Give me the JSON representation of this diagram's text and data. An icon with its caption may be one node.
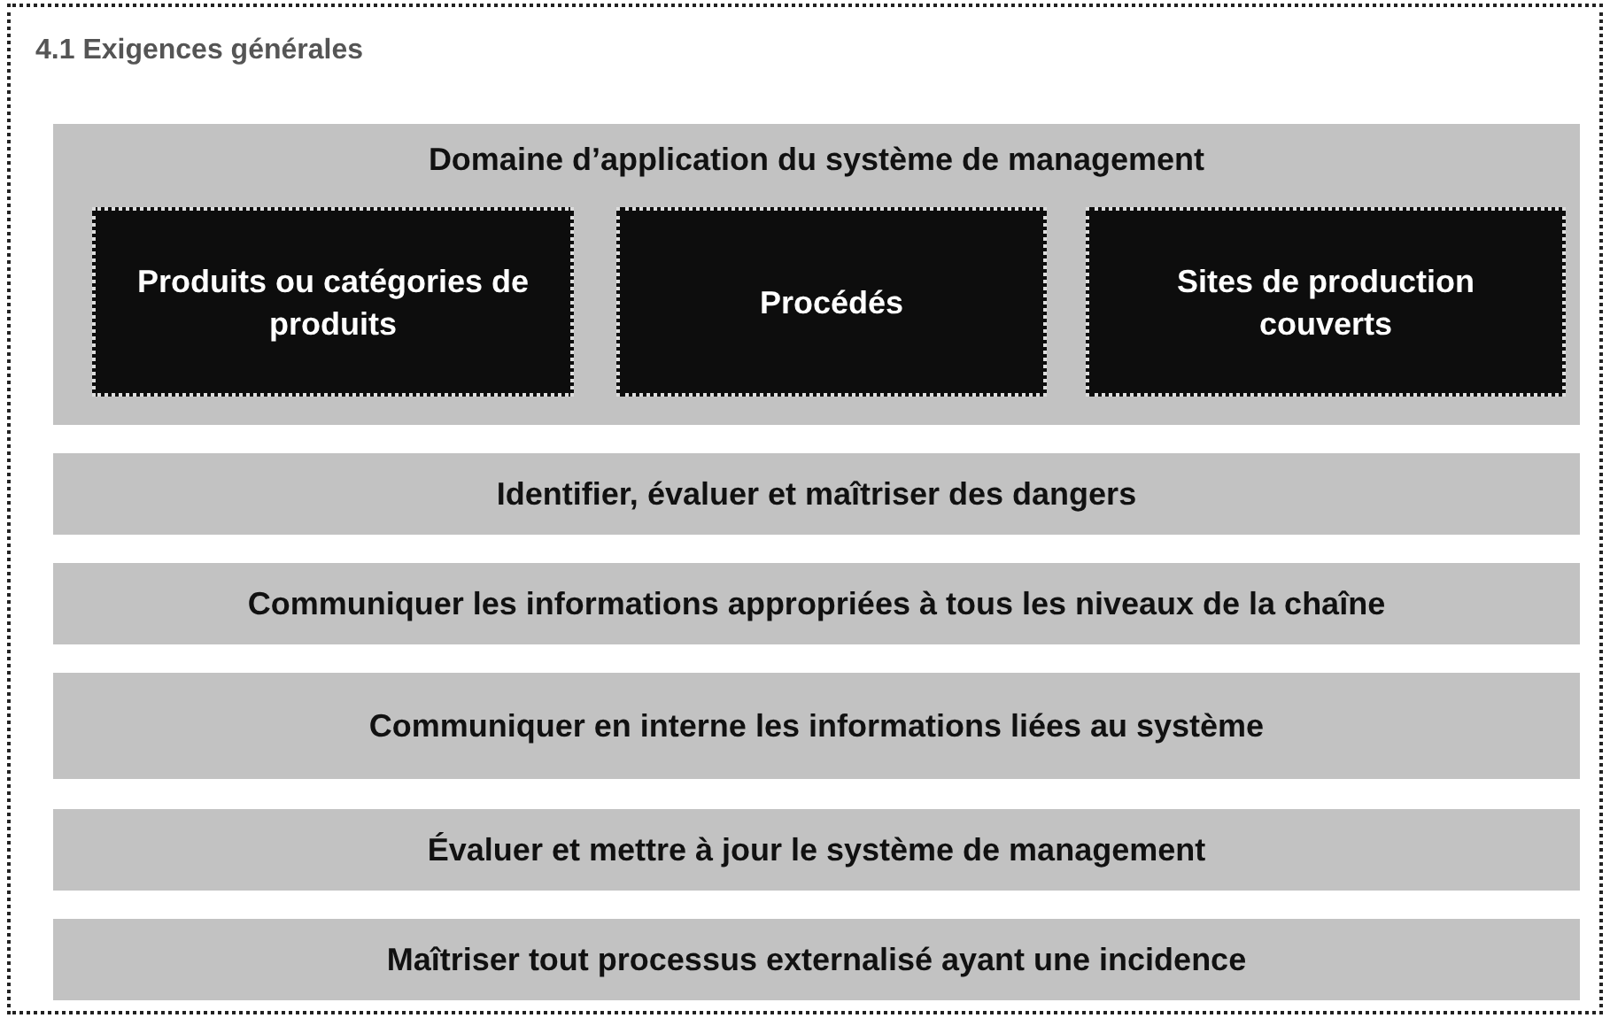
{
  "diagram": {
    "nodes": [
      {
        "text": [
          "4.1 Exigences générales"
        ]
      },
      {
        "text": [
          "Domaine d’application du système de management"
        ],
        "in": 0
      },
      {
        "text": [
          "Produits ou catégories de produits"
        ],
        "in": 1
      },
      {
        "text": [
          "Procédés"
        ],
        "in": 1
      },
      {
        "text": [
          "Sites de production couverts"
        ],
        "in": 1
      },
      {
        "text": [
          "Identifier, évaluer et maîtriser des dangers"
        ],
        "in": 0
      },
      {
        "text": [
          "Communiquer les informations appropriées à tous les niveaux de la chaîne"
        ],
        "in": 0
      },
      {
        "text": [
          "Communiquer en interne les informations liées au système"
        ],
        "in": 0
      },
      {
        "text": [
          "Évaluer et mettre à jour le système de management"
        ],
        "in": 0
      },
      {
        "text": [
          "Maîtriser tout processus externalisé ayant une incidence"
        ],
        "in": 0
      }
    ]
  }
}
